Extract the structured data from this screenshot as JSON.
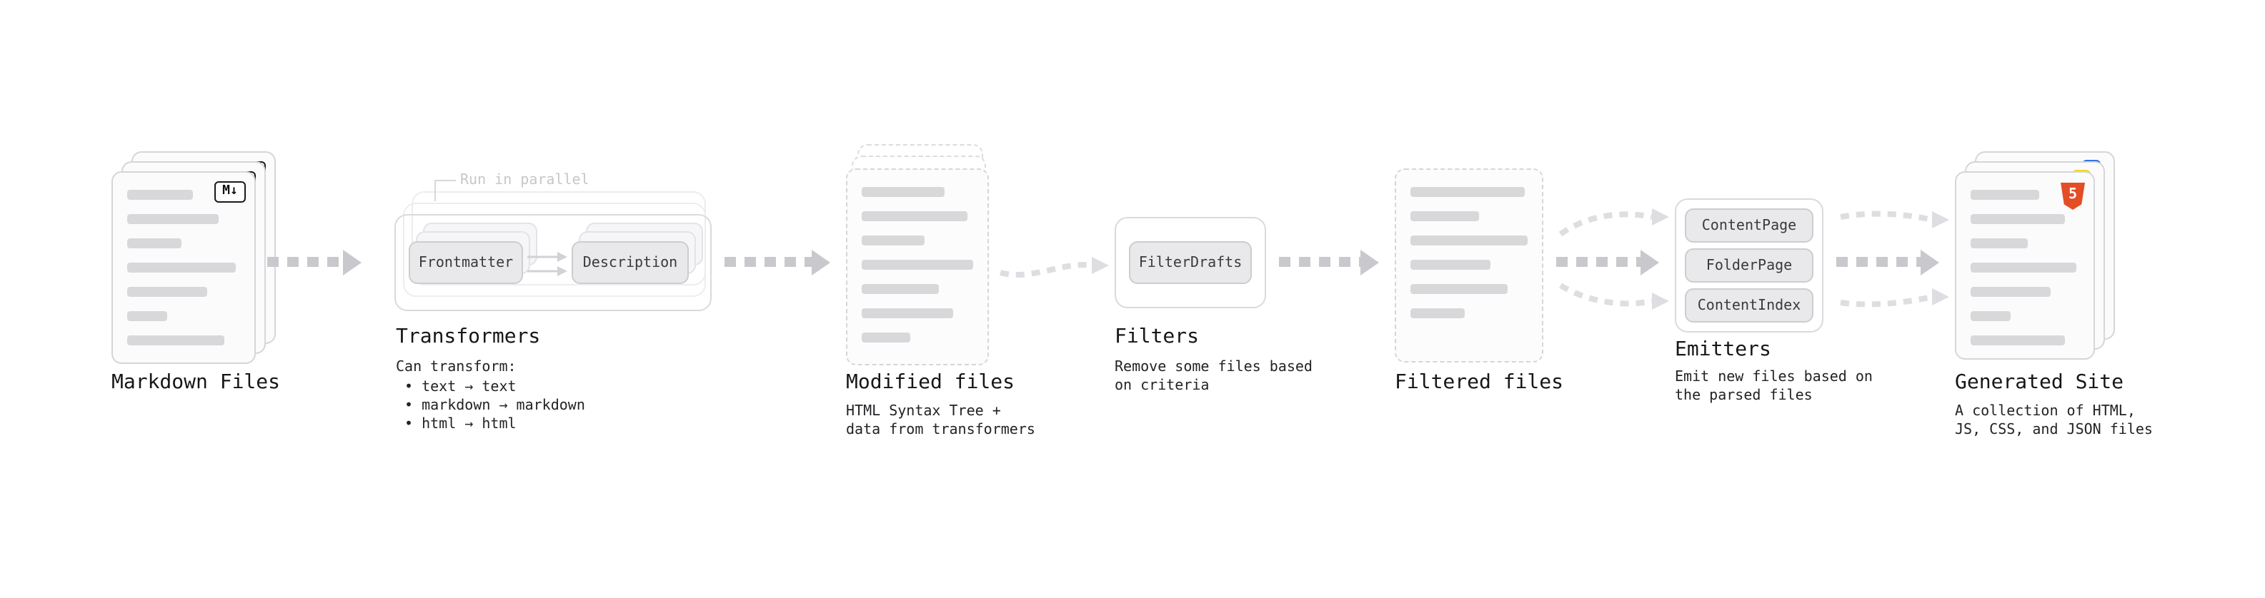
{
  "diagram": {
    "markdown_files": {
      "label": "Markdown Files",
      "badge": "M↓"
    },
    "transformers": {
      "label": "Transformers",
      "parallel_note": "Run in parallel",
      "box1": "Frontmatter",
      "box2": "Description",
      "desc_title": "Can transform:",
      "bullet1": "• text → text",
      "bullet2": "• markdown → markdown",
      "bullet3": "• html → html"
    },
    "modified_files": {
      "label": "Modified files",
      "desc1": "HTML Syntax Tree +",
      "desc2": "data from transformers"
    },
    "filters": {
      "label": "Filters",
      "box1": "FilterDrafts",
      "desc1": "Remove some files based",
      "desc2": "on criteria"
    },
    "filtered_files": {
      "label": "Filtered files"
    },
    "emitters": {
      "label": "Emitters",
      "box1": "ContentPage",
      "box2": "FolderPage",
      "box3": "ContentIndex",
      "desc1": "Emit new files based on",
      "desc2": "the parsed files"
    },
    "generated_site": {
      "label": "Generated Site",
      "desc1": "A collection of HTML,",
      "desc2": "JS, CSS, and JSON files",
      "html5_badge": "5"
    }
  },
  "colors": {
    "arrow": "#c9c9cd",
    "arrow_light": "#dedee2",
    "html5_orange": "#e44d26",
    "js_yellow": "#f0d91d",
    "css_blue": "#3272e0"
  }
}
